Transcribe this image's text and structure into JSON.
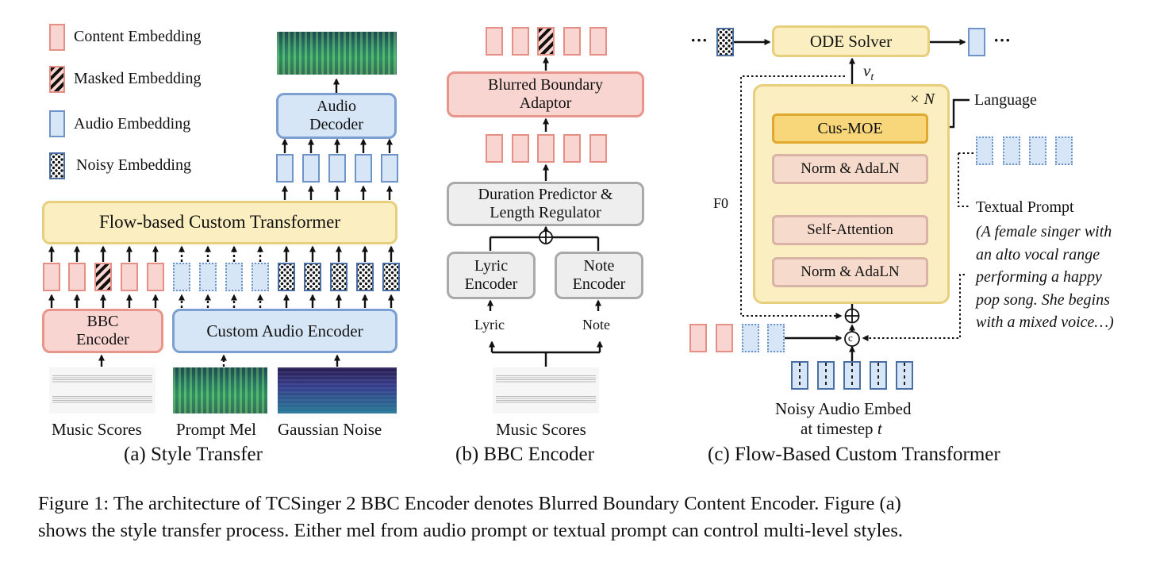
{
  "legend": {
    "content": "Content Embedding",
    "masked": "Masked Embedding",
    "audio": "Audio Embedding",
    "noisy": "Noisy Embedding"
  },
  "panel_a": {
    "audio_decoder": "Audio Decoder",
    "transformer": "Flow-based Custom Transformer",
    "bbc_encoder": "BBC Encoder",
    "custom_audio_encoder": "Custom Audio Encoder",
    "music_scores": "Music Scores",
    "prompt_mel": "Prompt Mel",
    "gaussian_noise": "Gaussian Noise",
    "caption": "(a) Style Transfer"
  },
  "panel_b": {
    "blurred_boundary_adaptor": "Blurred Boundary Adaptor",
    "duration_predictor": "Duration Predictor & Length Regulator",
    "lyric_encoder": "Lyric Encoder",
    "note_encoder": "Note Encoder",
    "lyric": "Lyric",
    "note": "Note",
    "music_scores": "Music Scores",
    "caption": "(b) BBC Encoder"
  },
  "panel_c": {
    "ode_solver": "ODE Solver",
    "ellipsis": "···",
    "velocity": "v",
    "velocity_sub": "t",
    "repeat": "× N",
    "language": "Language",
    "cus_moe": "Cus-MOE",
    "norm_adaln_top": "Norm & AdaLN",
    "self_attention": "Self-Attention",
    "norm_adaln_bottom": "Norm & AdaLN",
    "f0": "F0",
    "textual_prompt": "Textual Prompt",
    "textual_prompt_example": "(A female singer with an alto vocal range performing a happy pop song. She begins with a mixed voice…)",
    "noisy_audio_line1": "Noisy Audio Embed",
    "noisy_audio_line2": "at timestep ",
    "timestep": "t",
    "concat": "c",
    "caption": "(c) Flow-Based Custom Transformer"
  },
  "figure_caption": {
    "line1": "Figure 1: The architecture of TCSinger 2 BBC Encoder denotes Blurred Boundary Content Encoder. Figure (a)",
    "line2": "shows the style transfer process. Either mel from audio prompt or textual prompt can control multi-level styles."
  },
  "colors": {
    "content": "#f9d5d1",
    "content_border": "#e8958c",
    "audio": "#d6e6f7",
    "audio_border": "#7a9fd0",
    "transformer": "#fbeec0",
    "transformer_border": "#e8cf7e",
    "moe": "#f7d77a",
    "gray": "#eeeeee"
  }
}
